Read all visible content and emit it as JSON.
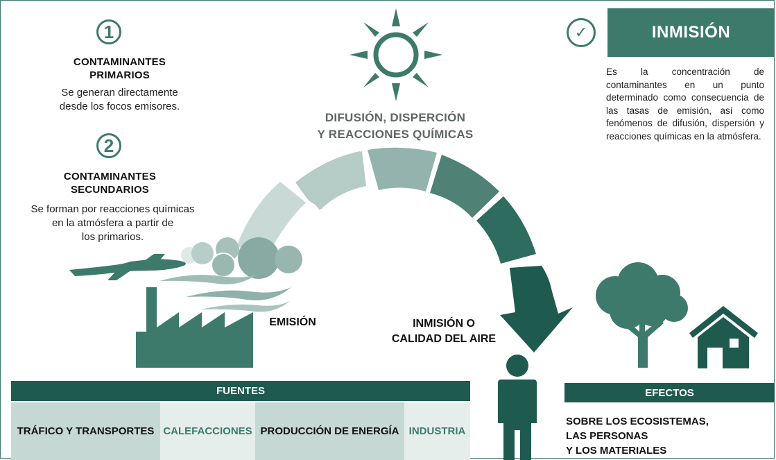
{
  "primary": {
    "number": "1",
    "title_line1": "CONTAMINANTES",
    "title_line2": "PRIMARIOS",
    "desc_line1": "Se generan directamente",
    "desc_line2": "desde los focos emisores."
  },
  "secondary": {
    "number": "2",
    "title_line1": "CONTAMINANTES",
    "title_line2": "SECUNDARIOS",
    "desc_line1": "Se forman por reacciones químicas",
    "desc_line2": "en la atmósfera a partir de",
    "desc_line3": "los primarios."
  },
  "arc_title": {
    "line1": "DIFUSIÓN, DISPERCIÓN",
    "line2": "Y REACCIONES QUÍMICAS"
  },
  "emission_label": "EMISIÓN",
  "inmission_label": {
    "line1": "INMISIÓN O",
    "line2": "CALIDAD DEL AIRE"
  },
  "inmission_box": {
    "title": "INMISIÓN",
    "description": "Es la concentración de contaminantes en un punto determinado como consecuencia de las tasas de emisión, así como fenómenos de difusión, dispersión y reacciones químicas en la atmósfera."
  },
  "sources": {
    "header": "FUENTES",
    "items": [
      "TRÁFICO Y TRANSPORTES",
      "CALEFACCIONES",
      "PRODUCCIÓN DE ENERGÍA",
      "INDUSTRIA"
    ]
  },
  "effects": {
    "header": "EFECTOS",
    "line1": "SOBRE LOS ECOSISTEMAS,",
    "line2": "LAS PERSONAS",
    "line3": "Y LOS MATERIALES"
  },
  "icons": {
    "sun": "sun-icon",
    "factory": "factory-icon",
    "airplane": "airplane-icon",
    "person": "person-icon",
    "tree": "tree-icon",
    "house": "house-icon",
    "check": "check-icon"
  },
  "colors": {
    "dark_green": "#1f5a4f",
    "mid_green": "#3d7a6c",
    "light_cell": "#c6d8d4",
    "lighter_cell": "#e6eeec"
  }
}
